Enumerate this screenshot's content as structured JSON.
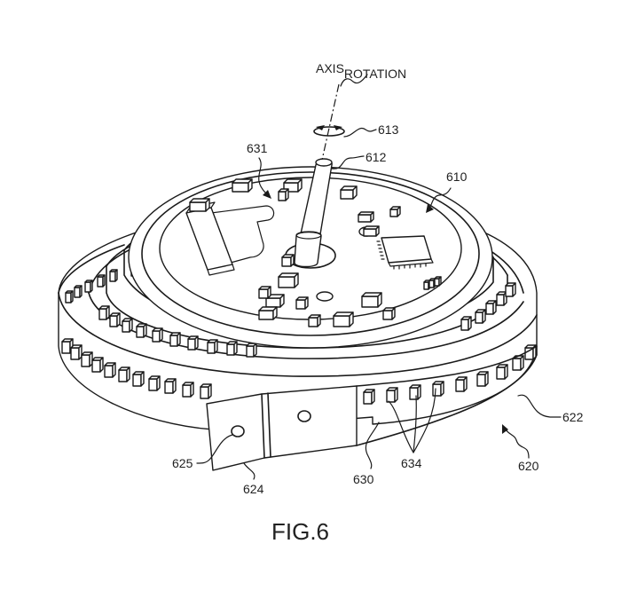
{
  "figure": {
    "caption": "FIG.6",
    "axis_label": {
      "main": "AXIS",
      "subscript": "ROTATION"
    },
    "reference_numerals": {
      "rotation_indicator": "613",
      "shaft": "612",
      "board_assembly": "610",
      "board_surface": "631",
      "band_edge": "622",
      "band": "620",
      "band_end": "624",
      "band_hole": "625",
      "band_section": "630",
      "band_elements": "634"
    },
    "colors": {
      "line": "#1a1a1a",
      "background": "#ffffff"
    }
  }
}
